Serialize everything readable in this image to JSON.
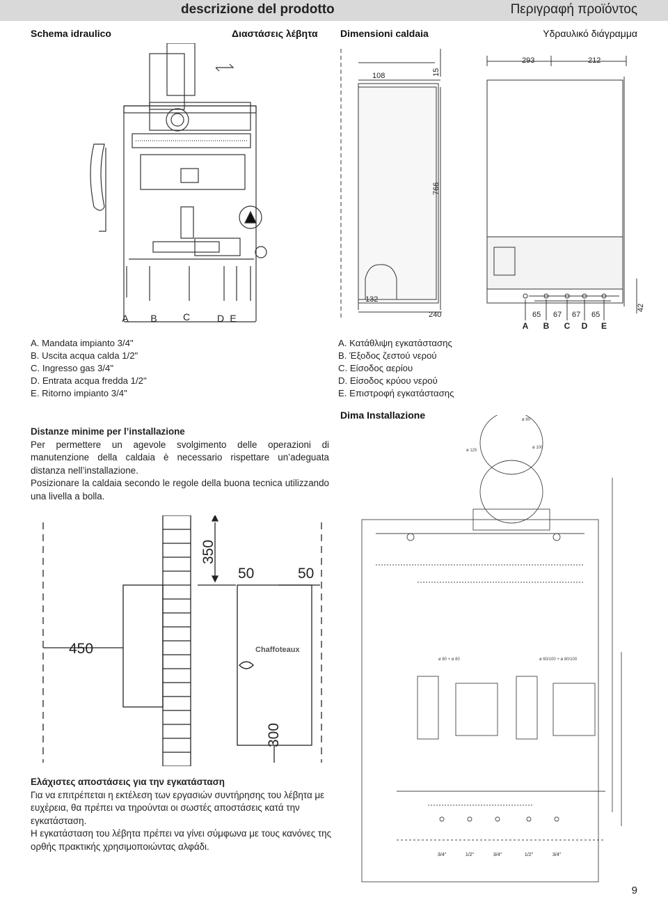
{
  "header": {
    "title_it": "descrizione del prodotto",
    "title_gr": "Περιγραφή προϊόντος"
  },
  "sections": {
    "schema_idraulico": "Schema idraulico",
    "diastaseis_levita": "Διαστάσεις λέβητα",
    "dimensioni_caldaia": "Dimensioni caldaia",
    "ydraulico": "Υδραυλικό διάγραμμα",
    "dima": "Dima Installazione"
  },
  "hydraulic_labels": [
    "A",
    "B",
    "C",
    "D",
    "E"
  ],
  "legend_it": [
    "A. Mandata impianto 3/4\"",
    "B. Uscita acqua calda  1/2\"",
    "C. Ingresso gas 3/4\"",
    "D. Entrata acqua fredda 1/2\"",
    "E. Ritorno impianto 3/4\""
  ],
  "legend_gr": [
    "A. Κατάθλιψη εγκατάστασης",
    "B. Έξοδος ζεστού νερού",
    "C. Είσοδος αερίου",
    "D. Είσοδος κρύου νερού",
    "E. Επιστροφή εγκατάστασης"
  ],
  "dimensions": {
    "d108": "108",
    "d15": "15",
    "d766": "766",
    "d132": "132",
    "d240": "240",
    "d293": "293",
    "d212": "212",
    "d42": "42",
    "d65a": "65",
    "d67a": "67",
    "d67b": "67",
    "d65b": "65",
    "conn": [
      "A",
      "B",
      "C",
      "D",
      "E"
    ]
  },
  "distances": {
    "heading": "Distanze minime per l’installazione",
    "p1": "Per permettere un agevole svolgimento delle operazioni di manutenzione della caldaia è necessario rispettare un’adeguata distanza nell’installazione.",
    "p2": "Posizionare la caldaia secondo le regole della buona tecnica utilizzando una livella a bolla.",
    "d350": "350",
    "d50a": "50",
    "d50b": "50",
    "d450": "450",
    "d300": "300",
    "brand": "Chaffoteaux"
  },
  "greek": {
    "heading": "Ελάχιστες αποστάσεις για την εγκατάσταση",
    "p1": "Για να επιτρέπεται η εκτέλεση των εργασιών συντήρησης του λέβητα με ευχέρεια, θα πρέπει να τηρούνται οι σωστές αποστάσεις κατά την εγκατάσταση.",
    "p2": "Η εγκατάσταση του λέβητα πρέπει να γίνει σύμφωνα με τους κανόνες της ορθής πρακτικής χρησιμοποιώντας αλφάδι."
  },
  "template": {
    "phi80": "ø 80",
    "phi125": "ø 125",
    "phi100": "ø 100",
    "phi80_80": "ø 80 + ø 80",
    "phi6080": "ø 60/100 + ø 80/100",
    "sizes": [
      "3/4\"",
      "1/2\"",
      "3/4\"",
      "1/2\"",
      "3/4\""
    ]
  },
  "page_number": "9"
}
